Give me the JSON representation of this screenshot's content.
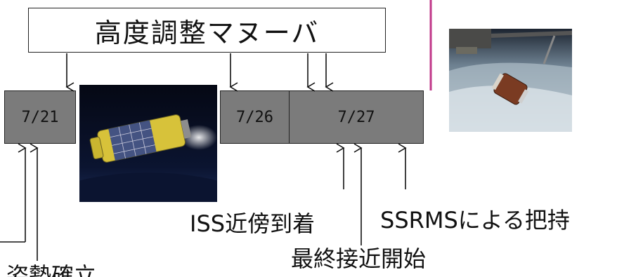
{
  "title": "高度調整マヌーバ",
  "timeline": {
    "segments": [
      {
        "label": "7/21"
      },
      {
        "label": "7/26"
      },
      {
        "label": "7/27"
      }
    ]
  },
  "events": {
    "iss_approach": "ISS近傍到着",
    "ssrms_capture": "SSRMSによる把持",
    "final_approach": "最終接近開始",
    "attitude_established": "姿勢確立"
  },
  "images": {
    "htv_spacecraft": "htv-spacecraft-illustration",
    "iss_capture": "iss-capture-photo"
  },
  "colors": {
    "timeline_fill": "#7b7b7b",
    "accent_line": "#c0398a",
    "text": "#111111"
  }
}
